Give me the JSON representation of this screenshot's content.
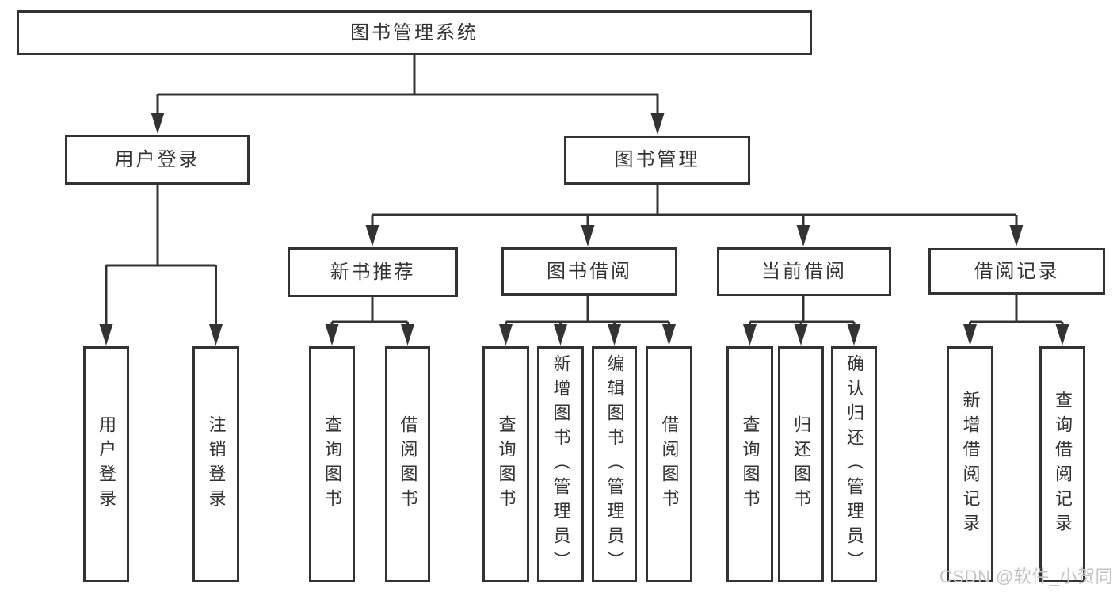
{
  "diagram": {
    "type": "hierarchy-tree",
    "tree": {
      "label": "图书管理系统",
      "children": [
        {
          "label": "用户登录",
          "children": [
            {
              "label": "用户登录"
            },
            {
              "label": "注销登录"
            }
          ]
        },
        {
          "label": "图书管理",
          "children": [
            {
              "label": "新书推荐",
              "children": [
                {
                  "label": "查询图书"
                },
                {
                  "label": "借阅图书"
                }
              ]
            },
            {
              "label": "图书借阅",
              "children": [
                {
                  "label": "查询图书"
                },
                {
                  "label": "新增图书（管理员）"
                },
                {
                  "label": "编辑图书（管理员）"
                },
                {
                  "label": "借阅图书"
                }
              ]
            },
            {
              "label": "当前借阅",
              "children": [
                {
                  "label": "查询图书"
                },
                {
                  "label": "归还图书"
                },
                {
                  "label": "确认归还（管理员）"
                }
              ]
            },
            {
              "label": "借阅记录",
              "children": [
                {
                  "label": "新增借阅记录"
                },
                {
                  "label": "查询借阅记录"
                }
              ]
            }
          ]
        }
      ]
    },
    "colors": {
      "line": "#333333",
      "box_border": "#333333",
      "box_background": "#ffffff",
      "text": "#333333",
      "page_background": "#ffffff",
      "watermark_text": "#c7c2c2"
    }
  },
  "watermark": {
    "text": "CSDN @软件_小贺同学"
  }
}
